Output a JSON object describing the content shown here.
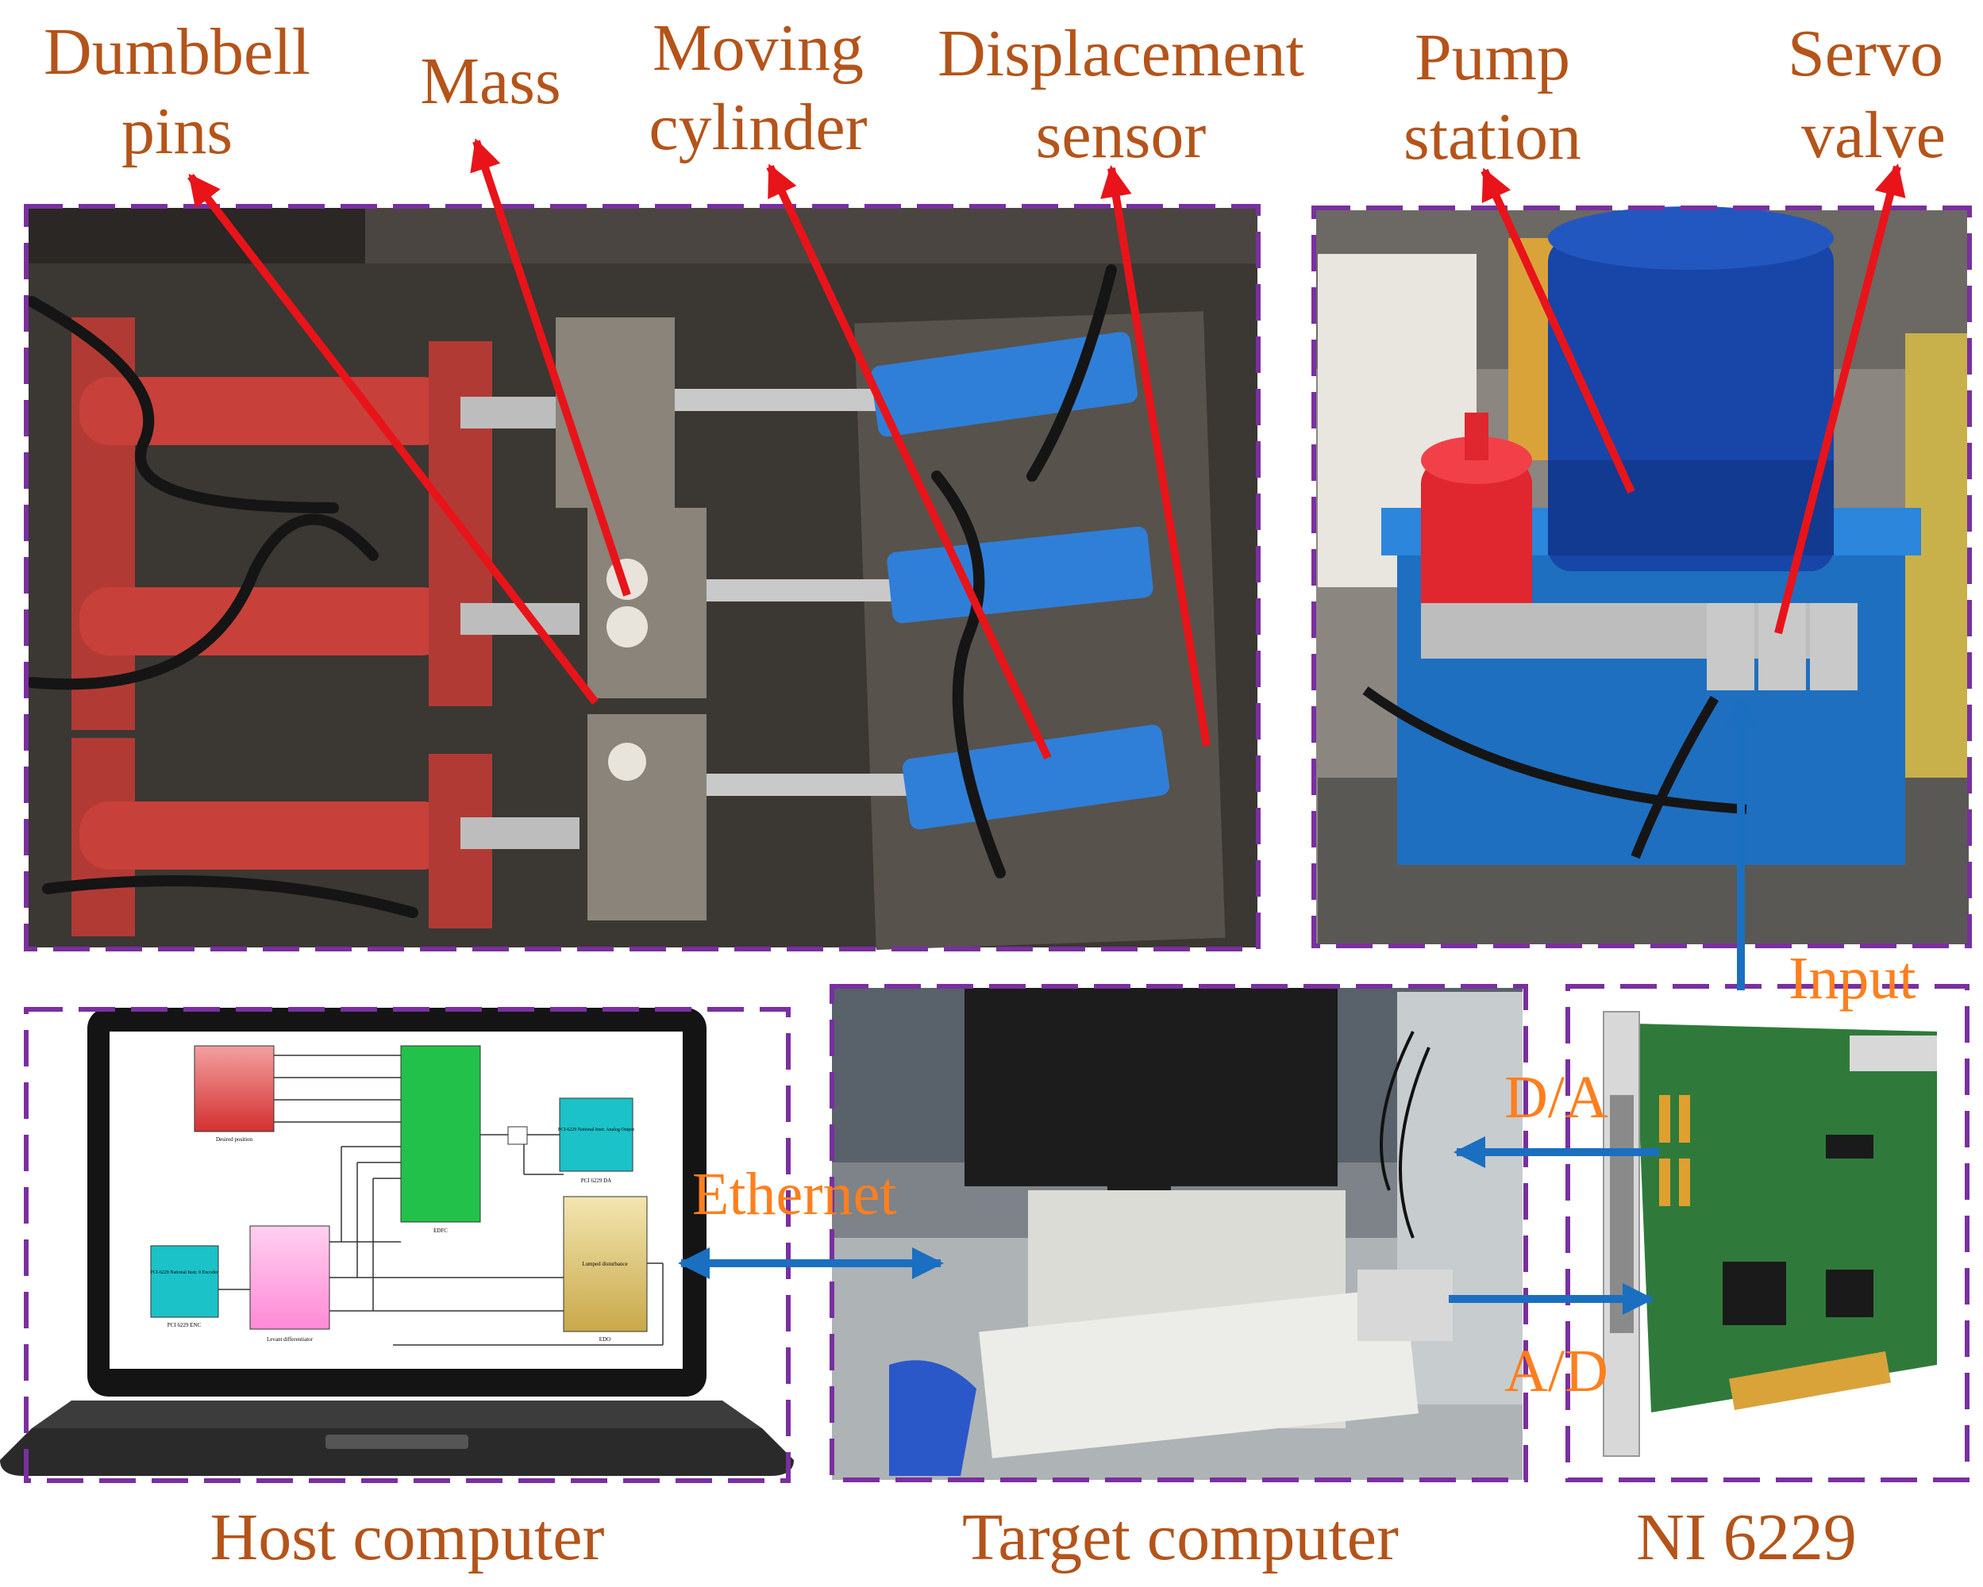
{
  "labels": {
    "dumbbell_pins": [
      "Dumbbell",
      "pins"
    ],
    "mass": "Mass",
    "moving_cylinder": [
      "Moving",
      "cylinder"
    ],
    "displacement_sensor": [
      "Displacement",
      "sensor"
    ],
    "pump_station": [
      "Pump",
      "station"
    ],
    "servo_valve": [
      "Servo",
      "valve"
    ],
    "input": "Input",
    "da": "D/A",
    "ad": "A/D",
    "ethernet": "Ethernet",
    "host_computer": "Host computer",
    "target_computer": "Target computer",
    "ni_6229": "NI 6229"
  },
  "simulink_blocks": {
    "desired_position": "Desired position",
    "edfc": "EDFC",
    "pci_da": "PCI 6229 DA",
    "pci_da_inner": "PCI-6229 National Instr. Analog Output",
    "pci_enc": "PCI 6229 ENC",
    "pci_enc_inner": "PCI-6229 National Instr. 0 Encoder",
    "levant": "Levant differentiator",
    "lumped": "Lumped disturbance",
    "edo": "EDO"
  },
  "colors": {
    "label_text": "#b4541a",
    "signal_text": "#ff7f1e",
    "frame": "#7a2fa0",
    "pointer_arrow": "#e8141a",
    "signal_arrow": "#1b6fc0"
  }
}
